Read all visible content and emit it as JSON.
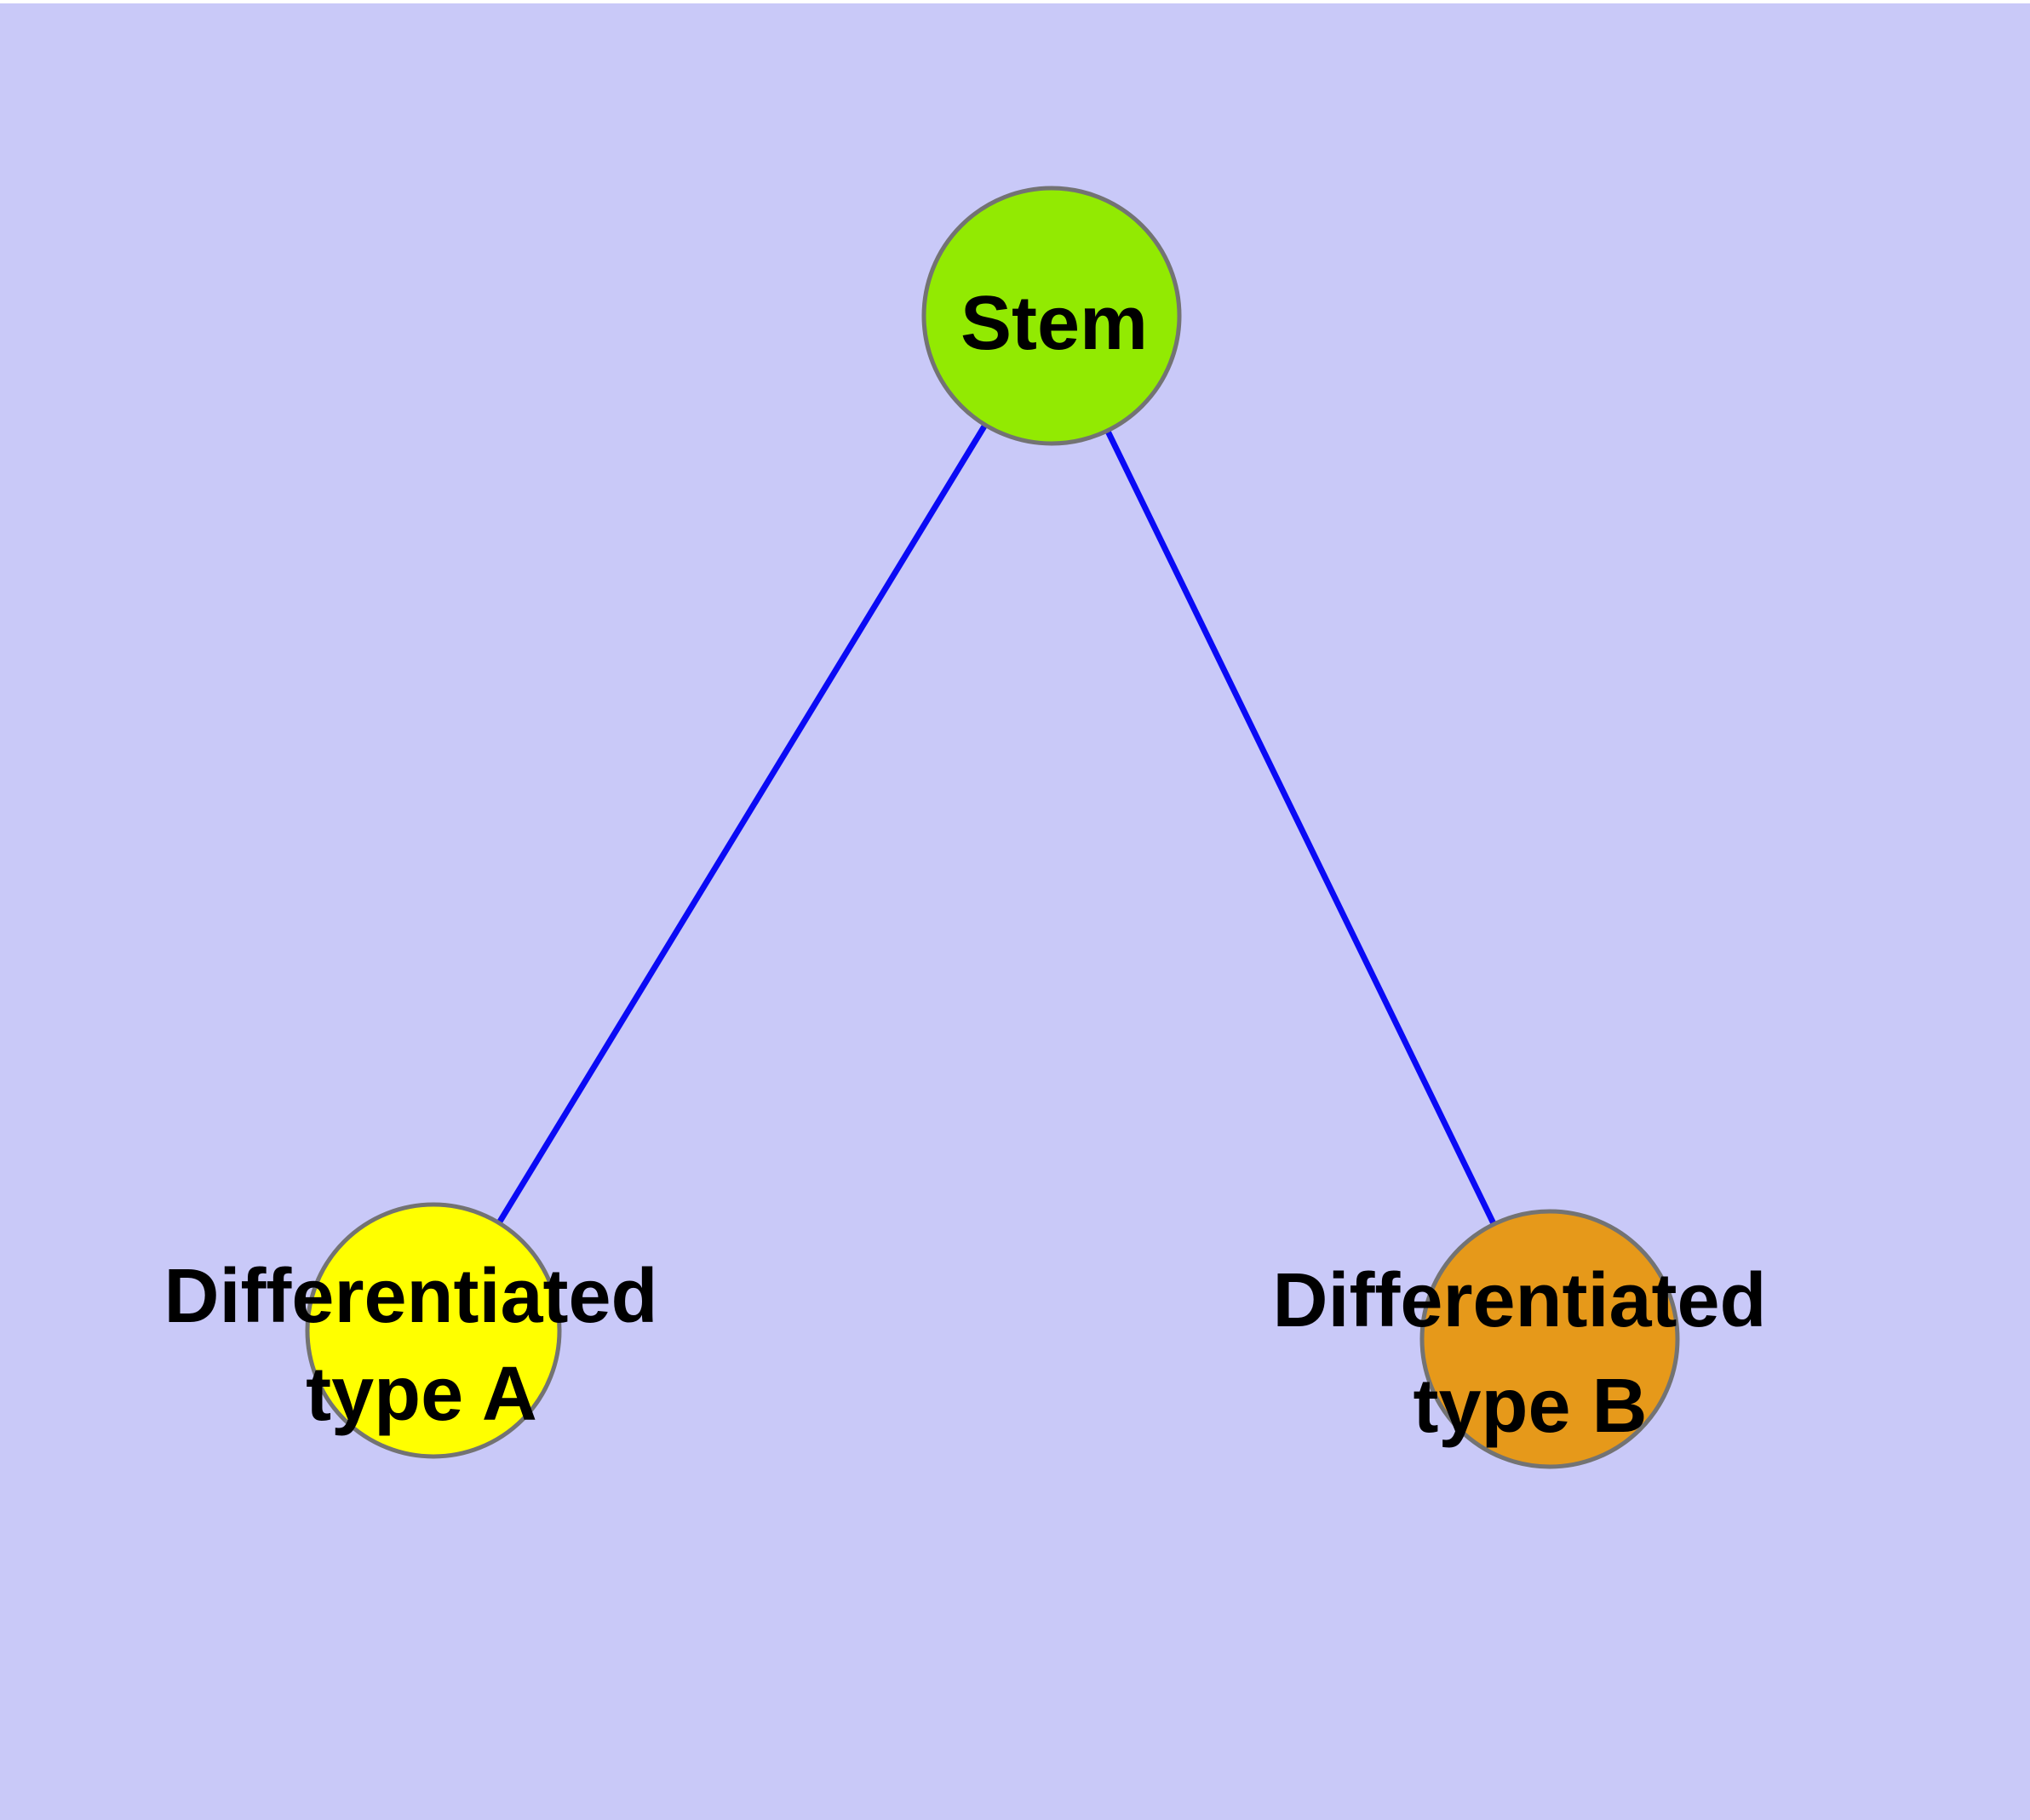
{
  "diagram": {
    "kind": "cell-differentiation-graph",
    "background_color": "#c9c9f8",
    "top_margin_color": "#ffffff",
    "edge_color": "#0a0af5",
    "node_border_color": "#737373",
    "label_color": "#000000",
    "nodes": {
      "stem": {
        "label": "Stem",
        "color": "#92ea02"
      },
      "typeA": {
        "label_line1": "Differentiated",
        "label_line2": "type A",
        "color": "#ffff00"
      },
      "typeB": {
        "label_line1": "Differentiated",
        "label_line2": "type B",
        "color": "#e6991a"
      }
    },
    "edges": [
      {
        "from": "Stem",
        "to": "Differentiated type A"
      },
      {
        "from": "Stem",
        "to": "Differentiated type B"
      }
    ]
  }
}
